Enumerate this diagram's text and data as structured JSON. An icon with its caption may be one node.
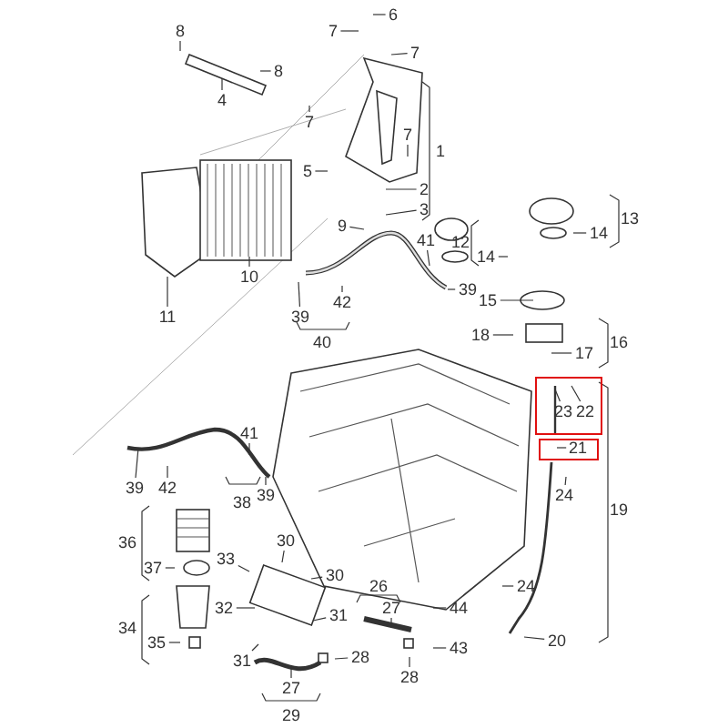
{
  "diagram": {
    "nodes": [
      {
        "text": [
          "6"
        ]
      },
      {
        "text": [
          "8"
        ]
      },
      {
        "text": [
          "7"
        ]
      },
      {
        "text": [
          "7"
        ]
      },
      {
        "text": [
          "8"
        ]
      },
      {
        "text": [
          "4"
        ]
      },
      {
        "text": [
          "7"
        ]
      },
      {
        "text": [
          "7"
        ]
      },
      {
        "text": [
          "5"
        ]
      },
      {
        "text": [
          "2"
        ]
      },
      {
        "text": [
          "3"
        ]
      },
      {
        "text": [
          "9"
        ]
      },
      {
        "text": [
          "14"
        ]
      },
      {
        "text": [
          "41"
        ]
      },
      {
        "text": [
          "14"
        ]
      },
      {
        "text": [
          "10"
        ]
      },
      {
        "text": [
          "39"
        ]
      },
      {
        "text": [
          "42"
        ]
      },
      {
        "text": [
          "15"
        ]
      },
      {
        "text": [
          "11"
        ]
      },
      {
        "text": [
          "39"
        ]
      },
      {
        "text": [
          "18"
        ]
      },
      {
        "text": [
          "17"
        ]
      },
      {
        "text": [],
        "shape": "box"
      },
      {
        "text": [
          "23"
        ],
        "in": 23
      },
      {
        "text": [
          "22"
        ],
        "in": 23
      },
      {
        "text": [
          "41"
        ]
      },
      {
        "text": [],
        "shape": "box"
      },
      {
        "text": [
          "21"
        ],
        "in": 27
      },
      {
        "text": [
          "24"
        ]
      },
      {
        "text": [
          "39"
        ]
      },
      {
        "text": [
          "42"
        ]
      },
      {
        "text": [
          "39"
        ]
      },
      {
        "text": [
          "30"
        ]
      },
      {
        "text": [
          "37"
        ]
      },
      {
        "text": [
          "33"
        ]
      },
      {
        "text": [
          "30"
        ]
      },
      {
        "text": [
          "32"
        ]
      },
      {
        "text": [
          "24"
        ]
      },
      {
        "text": [
          "31"
        ]
      },
      {
        "text": [
          "20"
        ]
      },
      {
        "text": [
          "27"
        ]
      },
      {
        "text": [
          "44"
        ]
      },
      {
        "text": [
          "43"
        ]
      },
      {
        "text": [
          "28"
        ]
      },
      {
        "text": [
          "35"
        ]
      },
      {
        "text": [
          "31"
        ]
      },
      {
        "text": [
          "28"
        ]
      },
      {
        "text": [
          "27"
        ]
      }
    ],
    "edges": [
      {
        "from": 0,
        "to": null,
        "arrow": "none"
      },
      {
        "from": 1,
        "to": null,
        "arrow": "none"
      },
      {
        "from": 2,
        "to": null,
        "arrow": "none"
      },
      {
        "from": 3,
        "to": null,
        "arrow": "none"
      },
      {
        "from": 4,
        "to": null,
        "arrow": "none"
      },
      {
        "from": 5,
        "to": null,
        "arrow": "none"
      },
      {
        "from": 6,
        "to": null,
        "arrow": "none"
      },
      {
        "from": 7,
        "to": null,
        "arrow": "none"
      },
      {
        "from": 8,
        "to": null,
        "arrow": "none"
      },
      {
        "from": 9,
        "to": null,
        "arrow": "none"
      },
      {
        "from": 10,
        "to": null,
        "arrow": "none"
      },
      {
        "from": 11,
        "to": null,
        "arrow": "none"
      },
      {
        "from": 12,
        "to": null,
        "arrow": "none"
      },
      {
        "from": 13,
        "to": null,
        "arrow": "none"
      },
      {
        "from": 14,
        "to": null,
        "arrow": "none"
      },
      {
        "from": 15,
        "to": null,
        "arrow": "none"
      },
      {
        "from": 16,
        "to": null,
        "arrow": "none"
      },
      {
        "from": 17,
        "to": null,
        "arrow": "none"
      },
      {
        "from": 18,
        "to": null,
        "arrow": "none"
      },
      {
        "from": 19,
        "to": null,
        "arrow": "none"
      },
      {
        "from": 20,
        "to": null,
        "arrow": "none"
      },
      {
        "from": 21,
        "to": null,
        "arrow": "none"
      },
      {
        "from": 22,
        "to": null,
        "arrow": "none"
      },
      {
        "from": 24,
        "to": 23,
        "arrow": "none"
      },
      {
        "from": 25,
        "to": 23,
        "arrow": "none"
      },
      {
        "from": 26,
        "to": null,
        "arrow": "none"
      },
      {
        "from": 28,
        "to": 27,
        "arrow": "none"
      },
      {
        "from": 29,
        "to": null,
        "arrow": "none"
      },
      {
        "from": 30,
        "to": null,
        "arrow": "none"
      },
      {
        "from": 31,
        "to": null,
        "arrow": "none"
      },
      {
        "from": 32,
        "to": null,
        "arrow": "none"
      },
      {
        "from": 33,
        "to": null,
        "arrow": "none"
      },
      {
        "from": 34,
        "to": null,
        "arrow": "none"
      },
      {
        "from": 35,
        "to": null,
        "arrow": "none"
      },
      {
        "from": 36,
        "to": null,
        "arrow": "none"
      },
      {
        "from": 37,
        "to": null,
        "arrow": "none"
      },
      {
        "from": 38,
        "to": null,
        "arrow": "none"
      },
      {
        "from": 39,
        "to": null,
        "arrow": "none"
      },
      {
        "from": 40,
        "to": null,
        "arrow": "none"
      },
      {
        "from": 41,
        "to": null,
        "arrow": "none"
      },
      {
        "from": 42,
        "to": null,
        "arrow": "none"
      },
      {
        "from": 43,
        "to": null,
        "arrow": "none"
      },
      {
        "from": 44,
        "to": null,
        "arrow": "none"
      },
      {
        "from": 45,
        "to": null,
        "arrow": "none"
      },
      {
        "from": 46,
        "to": null,
        "arrow": "none"
      },
      {
        "from": 47,
        "to": null,
        "arrow": "none"
      },
      {
        "from": 48,
        "to": null,
        "arrow": "none"
      }
    ],
    "labels": [
      "1",
      "13",
      "12",
      "40",
      "16",
      "38",
      "19",
      "36",
      "26",
      "34",
      "29"
    ]
  }
}
